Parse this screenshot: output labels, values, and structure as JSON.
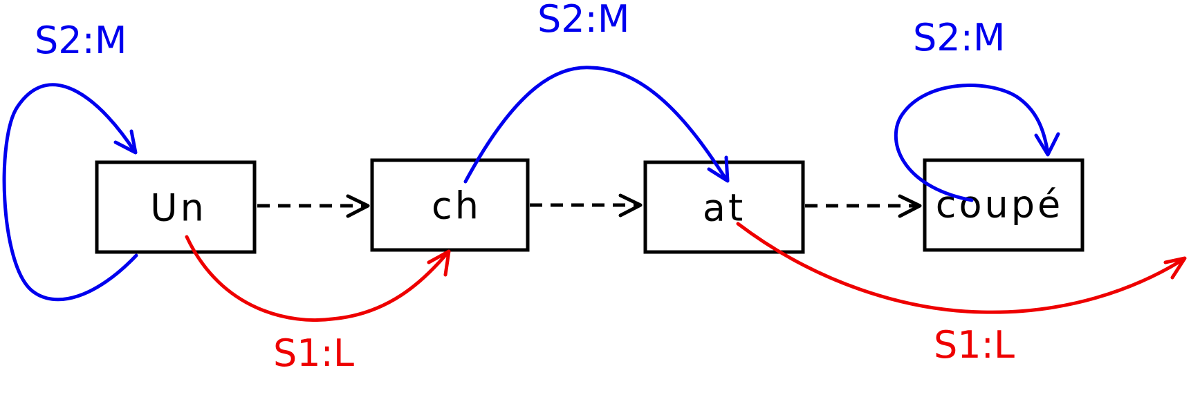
{
  "colors": {
    "s2": "#0000ee",
    "s1": "#ee0000",
    "sequence": "#000000"
  },
  "nodes": [
    {
      "id": "un",
      "label": "Un"
    },
    {
      "id": "ch",
      "label": "ch"
    },
    {
      "id": "at",
      "label": "at"
    },
    {
      "id": "coupe",
      "label": "coupé"
    }
  ],
  "edges": {
    "s2_un_self": {
      "label": "S2:M"
    },
    "s2_ch_to_at": {
      "label": "S2:M"
    },
    "s2_coupe_self": {
      "label": "S2:M"
    },
    "s1_un_to_ch": {
      "label": "S1:L"
    },
    "s1_at_to_out": {
      "label": "S1:L"
    }
  }
}
